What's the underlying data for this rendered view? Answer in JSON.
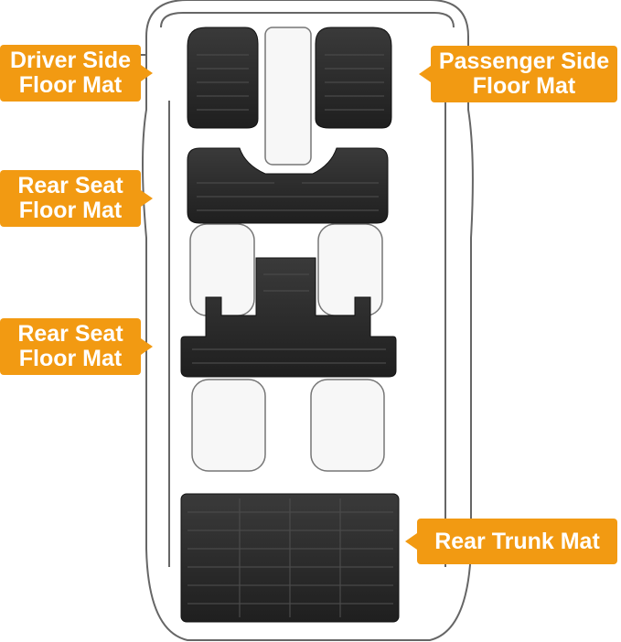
{
  "labels": {
    "driver_side": [
      "Driver Side",
      "Floor Mat"
    ],
    "passenger_side": [
      "Passenger Side",
      "Floor Mat"
    ],
    "rear_seat_1": [
      "Rear Seat",
      "Floor Mat"
    ],
    "rear_seat_2": [
      "Rear Seat",
      "Floor Mat"
    ],
    "rear_trunk": [
      "Rear Trunk Mat"
    ]
  },
  "colors": {
    "callout": "#f29a12",
    "mat": "#2b2b2b",
    "outline": "#555555"
  }
}
